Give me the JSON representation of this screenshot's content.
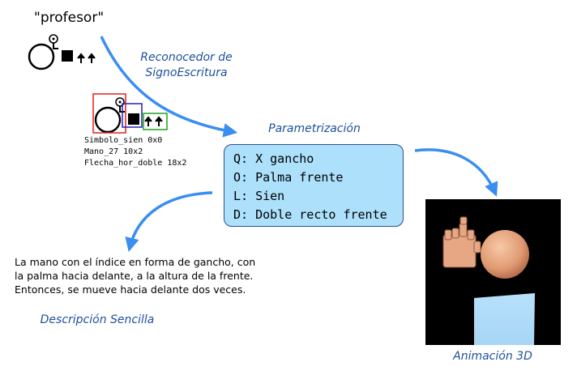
{
  "sign_word": "\"profesor\"",
  "labels": {
    "recognizer": [
      "Reconocedor de",
      "SignoEscritura"
    ],
    "parametrization": "Parametrización",
    "simple_description": "Descripción Sencilla",
    "animation": "Animación 3D"
  },
  "detections": [
    "Simbolo_sien 0x0",
    "Mano_27 10x2",
    "Flecha_hor_doble 18x2"
  ],
  "parameters": [
    "Q: X gancho",
    "O: Palma frente",
    "L: Sien",
    "D: Doble recto frente"
  ],
  "description": "La mano con el índice en forma de gancho, con la palma hacia delante, a la altura de la frente. Entonces, se mueve hacia delante dos veces.",
  "colors": {
    "arrow": "#3a8ef0",
    "label_text": "#1c4f9c",
    "param_box_fill": "#ace0fb",
    "detection_box_head": "#e02020",
    "detection_box_hand": "#2020c0",
    "detection_box_arrow": "#20a020"
  }
}
